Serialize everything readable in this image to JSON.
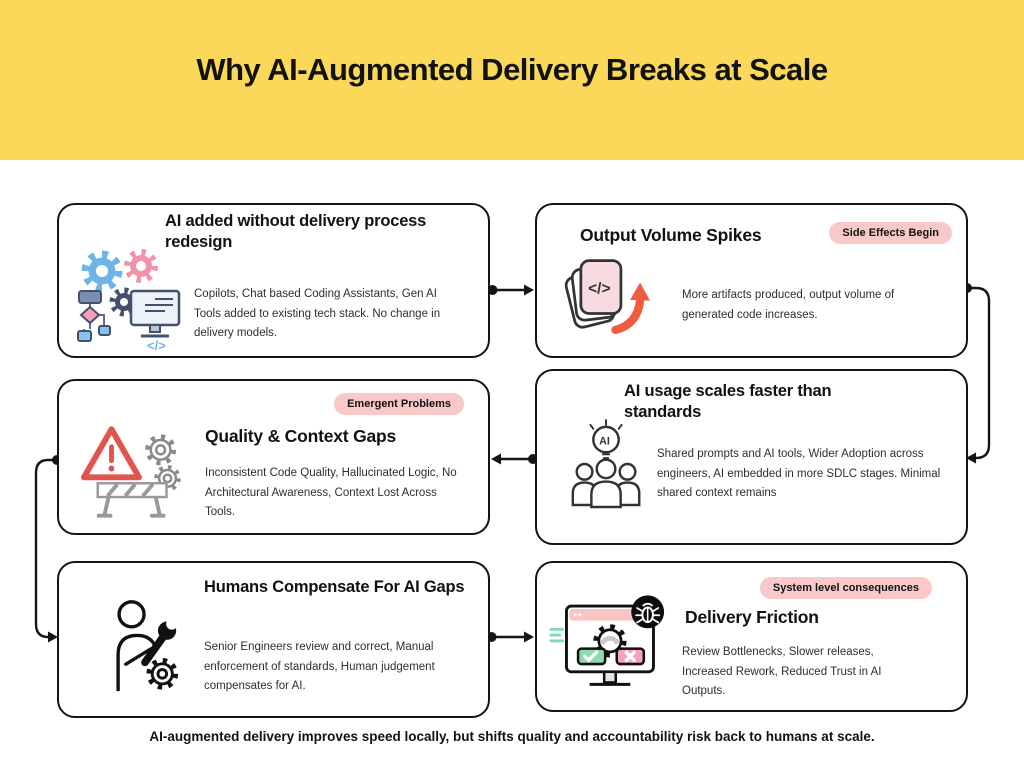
{
  "header": {
    "title": "Why AI-Augmented Delivery Breaks at Scale"
  },
  "footer": {
    "text": "AI-augmented delivery improves speed locally, but shifts quality and accountability risk back to humans at scale."
  },
  "colors": {
    "canvas-bg": "#FFFFFF",
    "header-bg": "#FBD85A",
    "badge-bg": "#F9C9C9",
    "ink": "#121212",
    "body-text": "#2e2e2e",
    "accent-red": "#F15B40",
    "accent-blue": "#6FB4E6",
    "accent-pink": "#F193A8",
    "accent-green": "#8FD9B0"
  },
  "boxes": [
    {
      "title": "AI added without delivery process redesign",
      "body": "Copilots, Chat based Coding Assistants, Gen AI Tools added to existing tech stack. No change in delivery models.",
      "icon": "gears-flowchart-monitor-icon"
    },
    {
      "title": "Output Volume Spikes",
      "badge": "Side Effects Begin",
      "body": "More artifacts produced, output volume of generated code increases.",
      "icon": "stacked-code-cards-icon"
    },
    {
      "title": "Quality & Context Gaps",
      "badge": "Emergent Problems",
      "body": "Inconsistent Code Quality, Hallucinated Logic, No Architectural Awareness, Context Lost Across Tools.",
      "icon": "warning-barrier-gears-icon"
    },
    {
      "title": "AI usage scales faster than standards",
      "body": "Shared prompts and AI tools, Wider Adoption across engineers, AI embedded in more SDLC stages. Minimal shared context remains",
      "icon": "ai-bulb-team-icon"
    },
    {
      "title": "Humans Compensate For AI Gaps",
      "body": "Senior Engineers review and correct, Manual enforcement of standards, Human judgement compensates for AI.",
      "icon": "engineer-wrench-gear-icon"
    },
    {
      "title": "Delivery Friction",
      "badge": "System level consequences",
      "body": "Review Bottlenecks, Slower releases, Increased Rework, Reduced Trust in AI Outputs.",
      "icon": "browser-review-bug-icon"
    }
  ]
}
